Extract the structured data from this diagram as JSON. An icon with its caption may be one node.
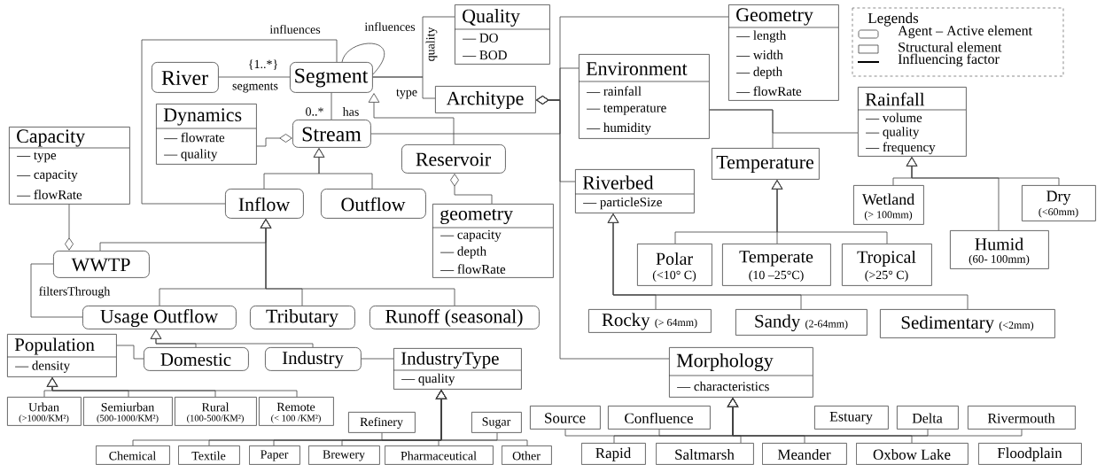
{
  "diagram": {
    "nodes": [
      {
        "text": [
          "Capacity",
          "— type",
          "— capacity",
          "— flowRate"
        ]
      },
      {
        "text": [
          "River"
        ]
      },
      {
        "text": [
          "Segment"
        ]
      },
      {
        "text": [
          "Quality",
          "— DO",
          "— BOD"
        ]
      },
      {
        "text": [
          "Dynamics",
          "— flowrate",
          "— quality"
        ]
      },
      {
        "text": [
          "Stream"
        ]
      },
      {
        "text": [
          "Architype"
        ]
      },
      {
        "text": [
          "Geometry",
          "— length",
          "— width",
          "— depth",
          "— flowRate"
        ]
      },
      {
        "text": [
          "Environment",
          "— rainfall",
          "— temperature",
          "— humidity"
        ]
      },
      {
        "text": [
          "Rainfall",
          "— volume",
          "— quality",
          "— frequency"
        ]
      },
      {
        "text": [
          "Reservoir"
        ]
      },
      {
        "text": [
          "Riverbed",
          "— particleSize"
        ]
      },
      {
        "text": [
          "Temperature"
        ]
      },
      {
        "text": [
          "Inflow"
        ]
      },
      {
        "text": [
          "Outflow"
        ]
      },
      {
        "text": [
          "geometry",
          "— capacity",
          "— depth",
          "— flowRate"
        ]
      },
      {
        "text": [
          "Wetland",
          "(> 100mm)"
        ]
      },
      {
        "text": [
          "Dry",
          "(<60mm)"
        ]
      },
      {
        "text": [
          "Humid",
          "(60- 100mm)"
        ]
      },
      {
        "text": [
          "WWTP"
        ]
      },
      {
        "text": [
          "Polar",
          "(<10° C)"
        ]
      },
      {
        "text": [
          "Temperate",
          "(10 –25°C)"
        ]
      },
      {
        "text": [
          "Tropical",
          "(>25° C)"
        ]
      },
      {
        "text": [
          "Usage Outflow"
        ]
      },
      {
        "text": [
          "Tributary"
        ]
      },
      {
        "text": [
          "Runoff (seasonal)"
        ]
      },
      {
        "text": [
          "Rocky",
          "(> 64mm)"
        ]
      },
      {
        "text": [
          "Sandy",
          "(2-64mm)"
        ]
      },
      {
        "text": [
          "Sedimentary",
          "(<2mm)"
        ]
      },
      {
        "text": [
          "Population",
          "— density"
        ]
      },
      {
        "text": [
          "Domestic"
        ]
      },
      {
        "text": [
          "Industry"
        ]
      },
      {
        "text": [
          "IndustryType",
          "— quality"
        ]
      },
      {
        "text": [
          "Morphology",
          "— characteristics"
        ]
      },
      {
        "text": [
          "Urban",
          "(>1000/KM²)"
        ]
      },
      {
        "text": [
          "Semiurban",
          "(500-1000/KM²)"
        ]
      },
      {
        "text": [
          "Rural",
          "(100-500/KM²)"
        ]
      },
      {
        "text": [
          "Remote",
          "(< 100 /KM²)"
        ]
      },
      {
        "text": [
          "Refinery"
        ]
      },
      {
        "text": [
          "Sugar"
        ]
      },
      {
        "text": [
          "Source"
        ]
      },
      {
        "text": [
          "Confluence"
        ]
      },
      {
        "text": [
          "Estuary"
        ]
      },
      {
        "text": [
          "Delta"
        ]
      },
      {
        "text": [
          "Rivermouth"
        ]
      },
      {
        "text": [
          "Chemical"
        ]
      },
      {
        "text": [
          "Textile"
        ]
      },
      {
        "text": [
          "Paper"
        ]
      },
      {
        "text": [
          "Brewery"
        ]
      },
      {
        "text": [
          "Pharmaceutical"
        ]
      },
      {
        "text": [
          "Other"
        ]
      },
      {
        "text": [
          "Rapid"
        ]
      },
      {
        "text": [
          "Saltmarsh"
        ]
      },
      {
        "text": [
          "Meander"
        ]
      },
      {
        "text": [
          "Oxbow Lake"
        ]
      },
      {
        "text": [
          "Floodplain"
        ]
      }
    ],
    "edges": [
      {
        "from": 1,
        "to": 2,
        "arrow": "none",
        "label": "segments"
      },
      {
        "from": 2,
        "to": 2,
        "arrow": "none",
        "label": "influences"
      },
      {
        "from": 2,
        "to": 13,
        "arrow": "none",
        "label": "influences"
      },
      {
        "from": 2,
        "to": 3,
        "arrow": "none",
        "label": "quality"
      },
      {
        "from": 2,
        "to": 6,
        "arrow": "none",
        "label": "type"
      },
      {
        "from": 5,
        "to": 2,
        "arrow": "none",
        "label": "has"
      },
      {
        "from": 10,
        "to": 2,
        "arrow": "to"
      },
      {
        "from": 4,
        "to": 5,
        "arrow": "other"
      },
      {
        "from": 13,
        "to": 5,
        "arrow": "to"
      },
      {
        "from": 14,
        "to": 5,
        "arrow": "to"
      },
      {
        "from": 5,
        "to": 6,
        "arrow": "other"
      },
      {
        "from": 7,
        "to": 6,
        "arrow": "other"
      },
      {
        "from": 8,
        "to": 6,
        "arrow": "other"
      },
      {
        "from": 11,
        "to": 6,
        "arrow": "other"
      },
      {
        "from": 33,
        "to": 6,
        "arrow": "other"
      },
      {
        "from": 8,
        "to": 12,
        "arrow": "none"
      },
      {
        "from": 8,
        "to": 9,
        "arrow": "none"
      },
      {
        "from": 20,
        "to": 12,
        "arrow": "to"
      },
      {
        "from": 21,
        "to": 12,
        "arrow": "to"
      },
      {
        "from": 22,
        "to": 12,
        "arrow": "to"
      },
      {
        "from": 16,
        "to": 9,
        "arrow": "to"
      },
      {
        "from": 17,
        "to": 9,
        "arrow": "to"
      },
      {
        "from": 18,
        "to": 9,
        "arrow": "to"
      },
      {
        "from": 26,
        "to": 11,
        "arrow": "to"
      },
      {
        "from": 27,
        "to": 11,
        "arrow": "to"
      },
      {
        "from": 28,
        "to": 11,
        "arrow": "to"
      },
      {
        "from": 15,
        "to": 10,
        "arrow": "other"
      },
      {
        "from": 0,
        "to": 19,
        "arrow": "other"
      },
      {
        "from": 19,
        "to": 13,
        "arrow": "to"
      },
      {
        "from": 23,
        "to": 13,
        "arrow": "to"
      },
      {
        "from": 24,
        "to": 13,
        "arrow": "to"
      },
      {
        "from": 25,
        "to": 13,
        "arrow": "to"
      },
      {
        "from": 19,
        "to": 23,
        "arrow": "none",
        "label": "filtersThrough"
      },
      {
        "from": 30,
        "to": 23,
        "arrow": "to"
      },
      {
        "from": 31,
        "to": 23,
        "arrow": "to"
      },
      {
        "from": 29,
        "to": 30,
        "arrow": "none"
      },
      {
        "from": 31,
        "to": 32,
        "arrow": "none"
      },
      {
        "from": 34,
        "to": 29,
        "arrow": "to"
      },
      {
        "from": 35,
        "to": 29,
        "arrow": "to"
      },
      {
        "from": 36,
        "to": 29,
        "arrow": "to"
      },
      {
        "from": 37,
        "to": 29,
        "arrow": "to"
      },
      {
        "from": 38,
        "to": 32,
        "arrow": "to"
      },
      {
        "from": 39,
        "to": 32,
        "arrow": "to"
      },
      {
        "from": 45,
        "to": 32,
        "arrow": "to"
      },
      {
        "from": 46,
        "to": 32,
        "arrow": "to"
      },
      {
        "from": 47,
        "to": 32,
        "arrow": "to"
      },
      {
        "from": 48,
        "to": 32,
        "arrow": "to"
      },
      {
        "from": 49,
        "to": 32,
        "arrow": "to"
      },
      {
        "from": 50,
        "to": 32,
        "arrow": "to"
      },
      {
        "from": 40,
        "to": 33,
        "arrow": "to"
      },
      {
        "from": 41,
        "to": 33,
        "arrow": "to"
      },
      {
        "from": 43,
        "to": 33,
        "arrow": "to"
      },
      {
        "from": 44,
        "to": 33,
        "arrow": "to"
      },
      {
        "from": 51,
        "to": 33,
        "arrow": "to"
      },
      {
        "from": 52,
        "to": 33,
        "arrow": "to"
      },
      {
        "from": 53,
        "to": 33,
        "arrow": "to"
      },
      {
        "from": 54,
        "to": 33,
        "arrow": "to"
      }
    ],
    "labels": [
      "Legends",
      "{1..*}",
      "0..*"
    ],
    "legend": [
      {
        "text": "Agent – Active element"
      },
      {
        "text": "Structural element"
      },
      {
        "text": "Influencing factor"
      }
    ]
  }
}
